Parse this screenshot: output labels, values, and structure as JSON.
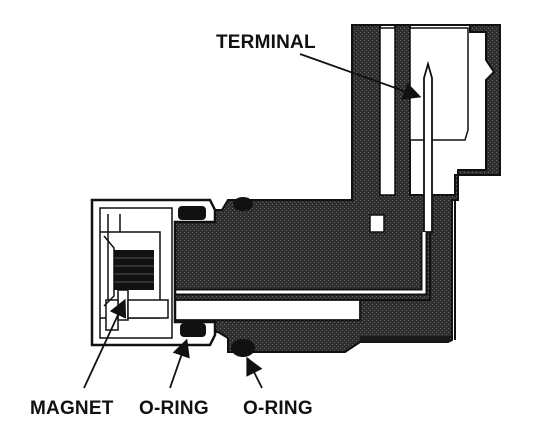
{
  "labels": {
    "terminal": "TERMINAL",
    "magnet": "MAGNET",
    "o_ring_1": "O-RING",
    "o_ring_2": "O-RING"
  },
  "colors": {
    "ink": "#111111",
    "housing_fill": "#3a3a3a",
    "paper": "#ffffff"
  }
}
